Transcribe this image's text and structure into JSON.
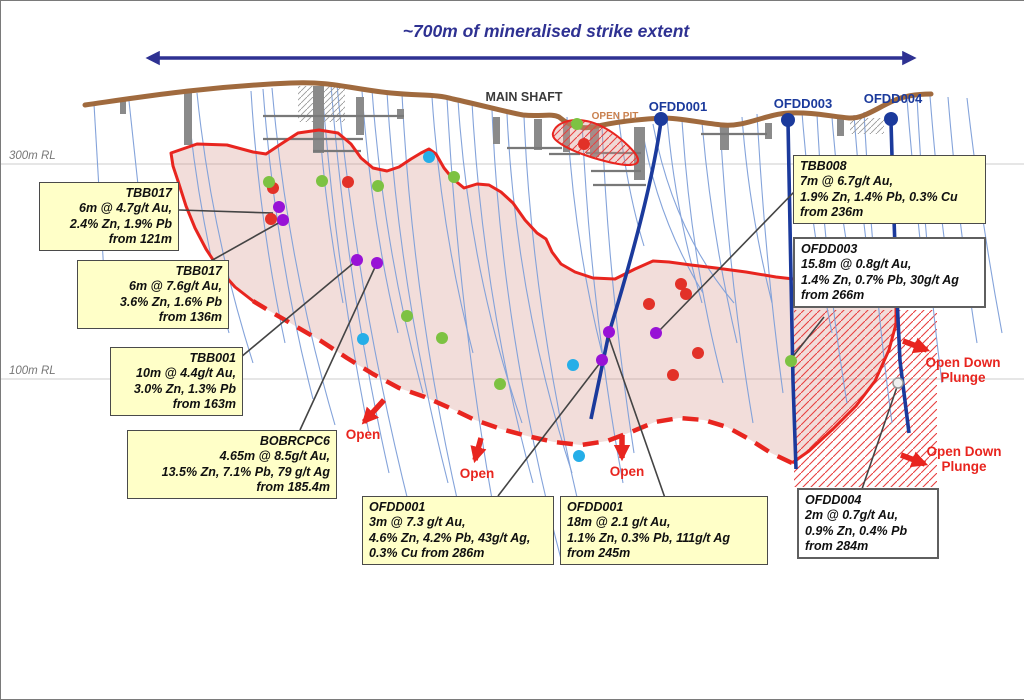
{
  "figure": {
    "title": "~700m of mineralised strike extent",
    "main_shaft_label": "MAIN SHAFT",
    "open_pit_label": "OPEN PIT",
    "rl_markers": [
      "300m RL",
      "100m RL"
    ],
    "drillhole_collar_labels": [
      "OFDD001",
      "OFDD003",
      "OFDD004"
    ]
  },
  "callouts": [
    {
      "id": "tbb017-upper",
      "hole": "TBB017",
      "lines": [
        "TBB017",
        "6m @ 4.7g/t Au,",
        "2.4% Zn, 1.9% Pb",
        "from 121m"
      ],
      "background": "#FFFFC8",
      "align": "right"
    },
    {
      "id": "tbb017-lower",
      "hole": "TBB017",
      "lines": [
        "TBB017",
        "6m @ 7.6g/t Au,",
        "3.6% Zn, 1.6% Pb",
        "from 136m"
      ],
      "background": "#FFFFC8",
      "align": "right"
    },
    {
      "id": "tbb001",
      "hole": "TBB001",
      "lines": [
        "TBB001",
        "10m @ 4.4g/t Au,",
        "3.0% Zn, 1.3% Pb",
        "from 163m"
      ],
      "background": "#FFFFC8",
      "align": "right"
    },
    {
      "id": "bobrcpc6",
      "hole": "BOBRCPC6",
      "lines": [
        "BOBRCPC6",
        "4.65m @ 8.5g/t Au,",
        "13.5% Zn, 7.1% Pb, 79 g/t Ag",
        "from 185.4m"
      ],
      "background": "#FFFFC8",
      "align": "right"
    },
    {
      "id": "ofdd001-west",
      "hole": "OFDD001",
      "lines": [
        "OFDD001",
        "3m @ 7.3 g/t Au,",
        "4.6% Zn, 4.2% Pb, 43g/t Ag,",
        "0.3% Cu from 286m"
      ],
      "background": "#FFFFC8",
      "align": "left"
    },
    {
      "id": "ofdd001-east",
      "hole": "OFDD001",
      "lines": [
        "OFDD001",
        "18m @ 2.1 g/t Au,",
        "1.1% Zn, 0.3% Pb, 111g/t Ag",
        "from 245m"
      ],
      "background": "#FFFFC8",
      "align": "left"
    },
    {
      "id": "tbb008",
      "hole": "TBB008",
      "lines": [
        "TBB008",
        "7m @ 6.7g/t Au,",
        "1.9% Zn, 1.4% Pb, 0.3% Cu",
        "from 236m"
      ],
      "background": "#FFFFC8",
      "align": "left"
    },
    {
      "id": "ofdd003",
      "hole": "OFDD003",
      "lines": [
        "OFDD003",
        "15.8m @ 0.8g/t Au,",
        "1.4% Zn, 0.7% Pb, 30g/t Ag",
        "from 266m"
      ],
      "background": "#FFFFFF",
      "align": "left"
    },
    {
      "id": "ofdd004",
      "hole": "OFDD004",
      "lines": [
        "OFDD004",
        "2m @ 0.7g/t Au,",
        "0.9% Zn, 0.4% Pb",
        "from 284m"
      ],
      "background": "#FFFFFF",
      "align": "left"
    }
  ],
  "open_labels": [
    "Open",
    "Open",
    "Open"
  ],
  "open_down_plunge_labels": [
    {
      "lines": [
        "Open Down",
        "Plunge"
      ]
    },
    {
      "lines": [
        "Open Down",
        "Plunge"
      ]
    }
  ],
  "colors": {
    "title_navy": "#2E3192",
    "outline_red": "#E8251F",
    "zone_pink": "#F0DBD7",
    "surface_brown": "#A06A3E",
    "drill_trace_blue": "#7E9FD9",
    "drillhole_navy": "#1B3A9C",
    "leader_gray": "#444444",
    "dot_green": "#7DC242",
    "dot_red": "#E23128",
    "dot_purple": "#9812D6",
    "dot_cyan": "#25AEE8",
    "callout_yellow": "#FFFFC8",
    "open_pit_orange": "#C9804E",
    "workings_gray": "#8A8A8A"
  }
}
